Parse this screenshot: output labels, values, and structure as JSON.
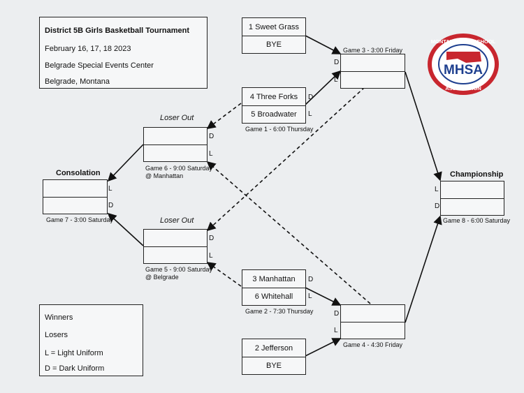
{
  "info": {
    "title": "District 5B Girls Basketball Tournament",
    "dates": "February 16, 17, 18 2023",
    "venue": "Belgrade Special Events Center",
    "city": "Belgrade, Montana"
  },
  "logo": {
    "top_text": "MONTANA HIGH SCHOOL",
    "main": "MHSA",
    "bottom_text": "ASSOCIATION"
  },
  "teams": {
    "sweet_grass": "1 Sweet Grass",
    "bye1": "BYE",
    "three_forks": "4 Three Forks",
    "broadwater": "5 Broadwater",
    "manhattan": "3 Manhattan",
    "whitehall": "6 Whitehall",
    "jefferson": "2 Jefferson",
    "bye2": "BYE"
  },
  "games": {
    "g1": "Game 1 - 6:00 Thursday",
    "g2": "Game 2 - 7:30 Thursday",
    "g3": "Game 3 - 3:00 Friday",
    "g4": "Game 4 - 4:30 Friday",
    "g5": "Game 5 - 9:00  Saturday",
    "g5_loc": "@ Belgrade",
    "g6": "Game 6 - 9:00  Saturday",
    "g6_loc": "@ Manhattan",
    "g7": "Game 7 - 3:00 Saturday",
    "g8": "Game 8 - 6:00 Saturday"
  },
  "headers": {
    "consolation": "Consolation",
    "championship": "Championship",
    "loser_out": "Loser Out"
  },
  "uniform": {
    "d": "D",
    "l": "L"
  },
  "legend": {
    "winners": "Winners",
    "losers": "Losers",
    "light": "L = Light Uniform",
    "dark": "D = Dark Uniform"
  },
  "colors": {
    "logo_red": "#c8262e",
    "logo_blue": "#1e3f8f"
  }
}
